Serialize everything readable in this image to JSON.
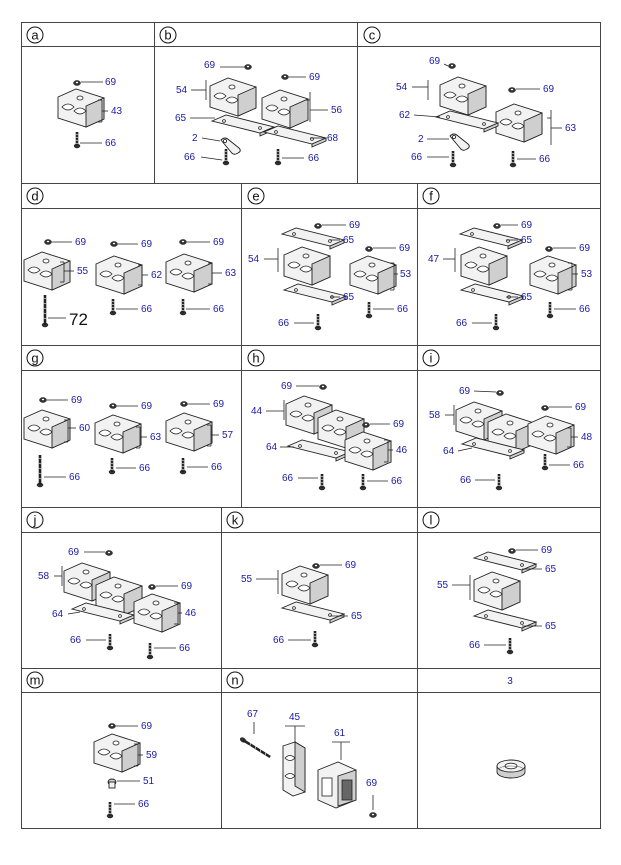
{
  "diagram_type": "exploded parts diagram",
  "colors": {
    "callout": "#1a1aa6",
    "lines": "#444444",
    "parts_fill": "#f2f2f2"
  },
  "panels": [
    {
      "letter": "a",
      "callouts": [
        "69",
        "43",
        "66"
      ]
    },
    {
      "letter": "b",
      "callouts": [
        "69",
        "69",
        "54",
        "56",
        "65",
        "68",
        "2",
        "66",
        "66"
      ]
    },
    {
      "letter": "c",
      "callouts": [
        "69",
        "69",
        "54",
        "62",
        "63",
        "2",
        "66",
        "66"
      ]
    },
    {
      "letter": "d",
      "callouts": [
        "69",
        "69",
        "69",
        "55",
        "62",
        "63",
        "72",
        "66",
        "66"
      ]
    },
    {
      "letter": "e",
      "callouts": [
        "69",
        "65",
        "69",
        "54",
        "53",
        "65",
        "66",
        "66"
      ]
    },
    {
      "letter": "f",
      "callouts": [
        "69",
        "65",
        "69",
        "47",
        "53",
        "65",
        "66",
        "66"
      ]
    },
    {
      "letter": "g",
      "callouts": [
        "69",
        "69",
        "69",
        "60",
        "63",
        "57",
        "66",
        "66",
        "66"
      ]
    },
    {
      "letter": "h",
      "callouts": [
        "69",
        "44",
        "69",
        "64",
        "46",
        "66",
        "66"
      ]
    },
    {
      "letter": "i",
      "callouts": [
        "69",
        "69",
        "58",
        "48",
        "64",
        "66",
        "66"
      ]
    },
    {
      "letter": "j",
      "callouts": [
        "69",
        "69",
        "58",
        "64",
        "46",
        "66",
        "66"
      ]
    },
    {
      "letter": "k",
      "callouts": [
        "69",
        "55",
        "65",
        "66"
      ]
    },
    {
      "letter": "l",
      "callouts": [
        "69",
        "65",
        "55",
        "65",
        "66"
      ]
    },
    {
      "letter": "m",
      "callouts": [
        "69",
        "59",
        "51",
        "66"
      ]
    },
    {
      "letter": "n",
      "callouts": [
        "67",
        "45",
        "61",
        "69"
      ]
    },
    {
      "letter": "",
      "number": "3"
    }
  ]
}
